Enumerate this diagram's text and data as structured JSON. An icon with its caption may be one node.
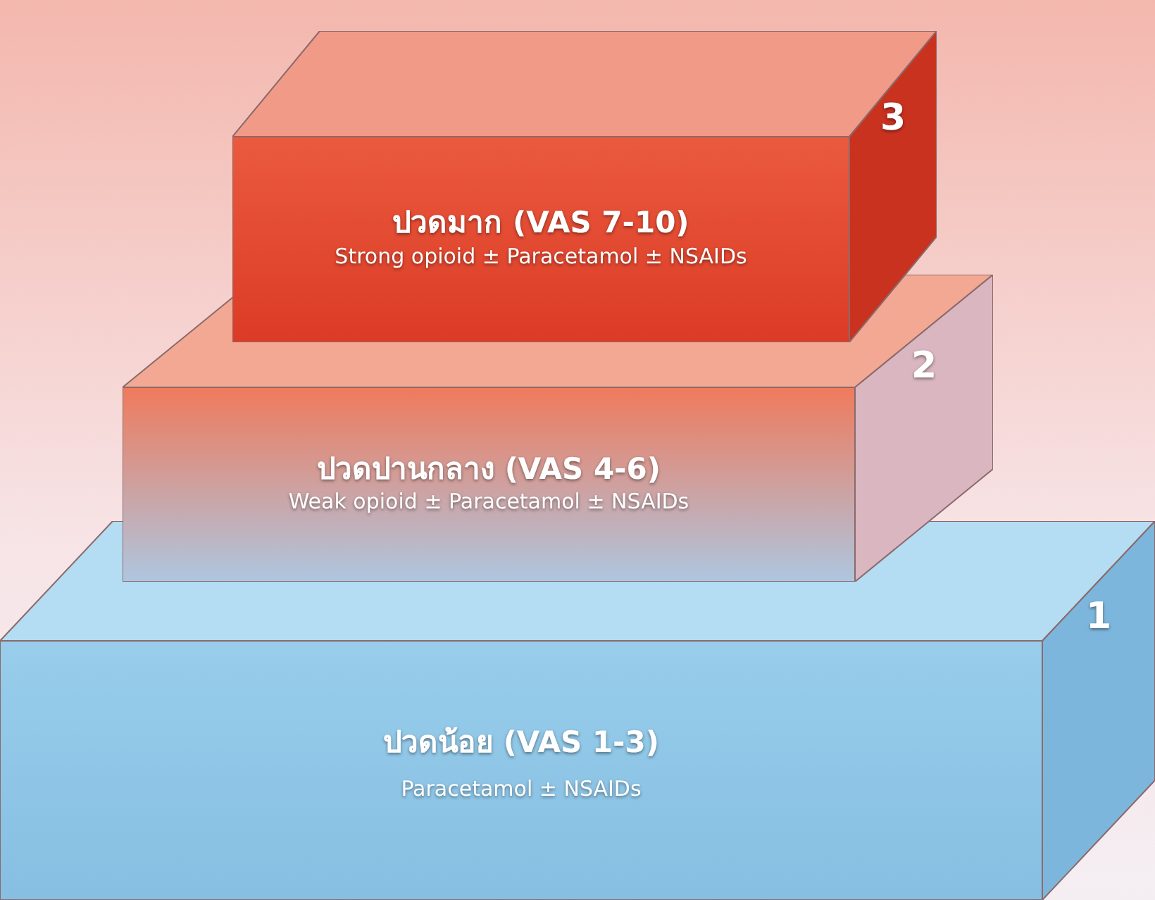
{
  "diagram": {
    "nodes": [
      {
        "text": [
          "ปวดมาก (VAS 7-10)",
          "Strong opioid ± Paracetamol ± NSAIDs",
          "3"
        ]
      },
      {
        "text": [
          "ปวดปานกลาง (VAS 4-6)",
          "Weak opioid ± Paracetamol ± NSAIDs",
          "2"
        ]
      },
      {
        "text": [
          "ปวดน้อย (VAS 1-3)",
          "Paracetamol ± NSAIDs",
          "1"
        ]
      }
    ]
  }
}
